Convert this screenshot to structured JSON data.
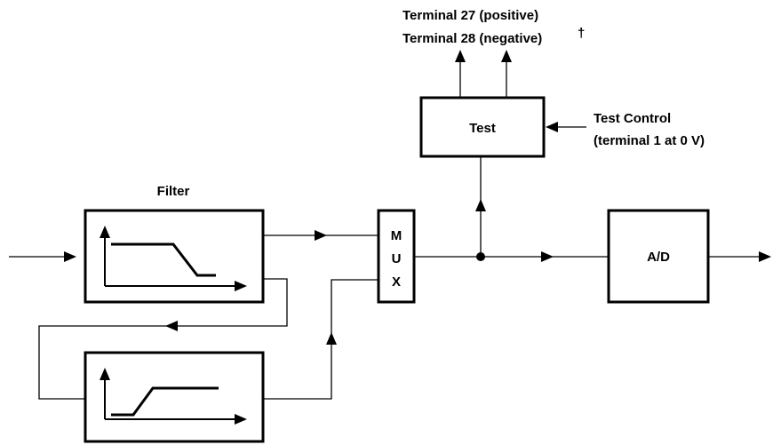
{
  "terminals": {
    "positive_label": "Terminal 27 (positive)",
    "negative_label": "Terminal 28 (negative)",
    "dagger": "†"
  },
  "test_block": {
    "label": "Test"
  },
  "test_control": {
    "line1": "Test Control",
    "line2": "(terminal 1 at 0 V)"
  },
  "filter": {
    "label": "Filter"
  },
  "mux": {
    "letters": [
      "M",
      "U",
      "X"
    ]
  },
  "adc": {
    "label": "A/D"
  },
  "icons": {
    "lowpass": "lowpass-response-icon",
    "highpass": "highpass-response-icon"
  }
}
